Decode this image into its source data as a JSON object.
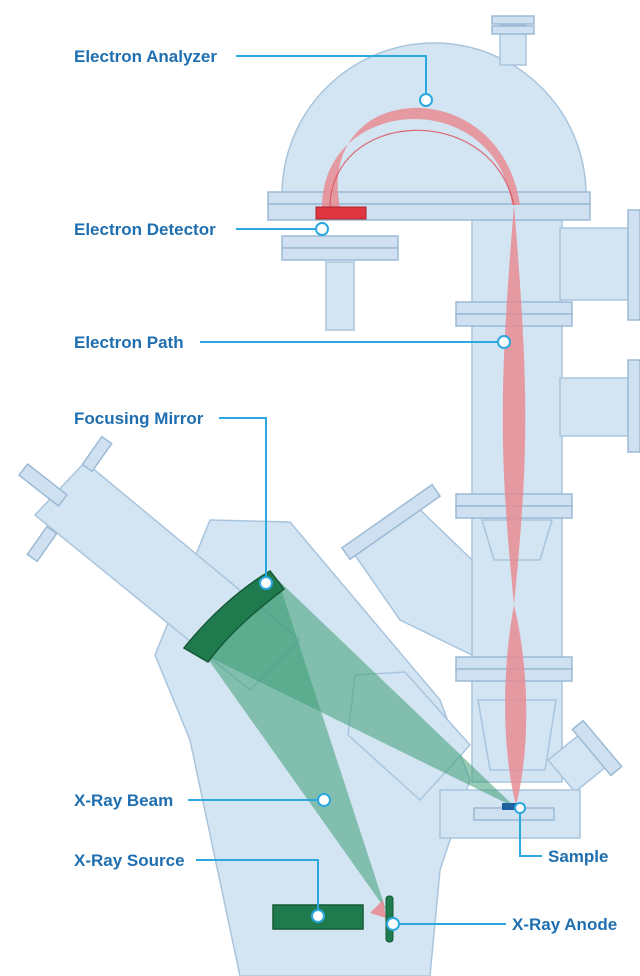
{
  "labels": {
    "electron_analyzer": "Electron Analyzer",
    "electron_detector": "Electron Detector",
    "electron_path": "Electron Path",
    "focusing_mirror": "Focusing Mirror",
    "xray_beam": "X-Ray Beam",
    "xray_source": "X-Ray Source",
    "sample": "Sample",
    "xray_anode": "X-Ray Anode"
  },
  "colors": {
    "label_text": "#1f6fb0",
    "leader_line": "#2aa8df",
    "chamber_fill": "#d3e4f2",
    "chamber_stroke": "#a9c5dd",
    "electron_beam": "#e88c93",
    "detector_red": "#e0363f",
    "xray_beam_green": "#3e9e76",
    "mirror_dark_green": "#1f7a4d",
    "sample_blue": "#1e5fa0"
  }
}
